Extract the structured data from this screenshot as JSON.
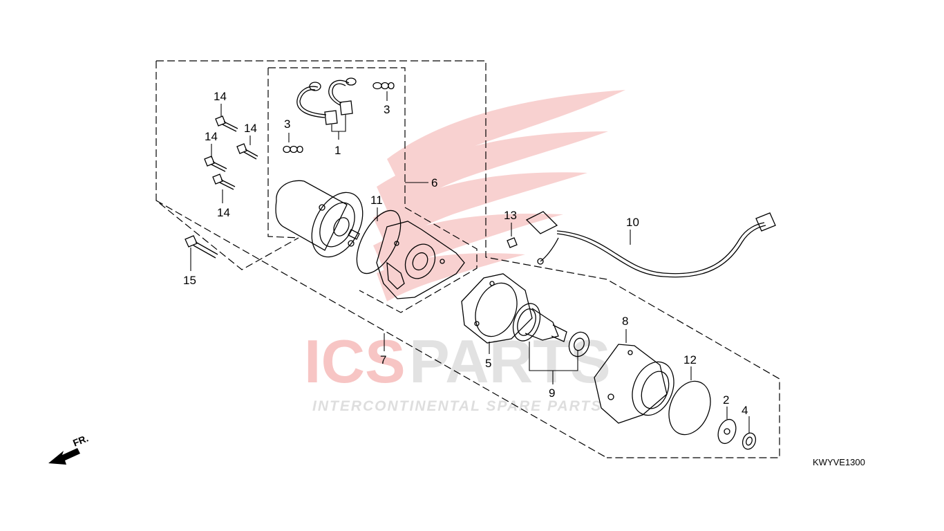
{
  "diagram": {
    "callouts": [
      {
        "id": "c1",
        "label": "1"
      },
      {
        "id": "c2",
        "label": "2"
      },
      {
        "id": "c3a",
        "label": "3"
      },
      {
        "id": "c3b",
        "label": "3"
      },
      {
        "id": "c4",
        "label": "4"
      },
      {
        "id": "c5",
        "label": "5"
      },
      {
        "id": "c6",
        "label": "6"
      },
      {
        "id": "c7",
        "label": "7"
      },
      {
        "id": "c8",
        "label": "8"
      },
      {
        "id": "c9",
        "label": "9"
      },
      {
        "id": "c10",
        "label": "10"
      },
      {
        "id": "c11",
        "label": "11"
      },
      {
        "id": "c12",
        "label": "12"
      },
      {
        "id": "c13",
        "label": "13"
      },
      {
        "id": "c14a",
        "label": "14"
      },
      {
        "id": "c14b",
        "label": "14"
      },
      {
        "id": "c14c",
        "label": "14"
      },
      {
        "id": "c14d",
        "label": "14"
      },
      {
        "id": "c15",
        "label": "15"
      }
    ],
    "diagram_code": "KWYVE1300",
    "direction_label": "FR.",
    "watermark": {
      "brand_left": "ICS",
      "brand_right": "PARTS",
      "tagline": "INTERCONTINENTAL SPARE PARTS",
      "color_red": "#e3342f",
      "color_grey": "#c9c9c9"
    }
  }
}
